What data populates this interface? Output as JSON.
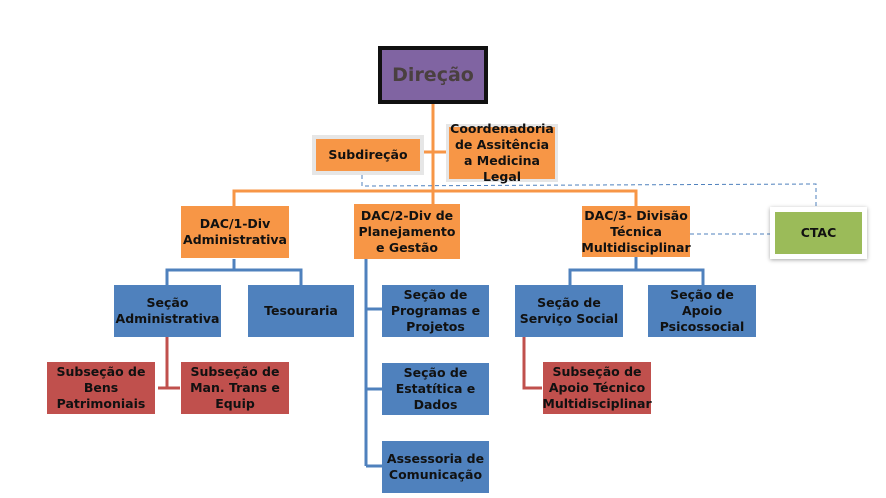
{
  "chart": {
    "title": "",
    "nodes": {
      "direcao": "Direção",
      "subdirecao": "Subdireção",
      "coordenadoria": "Coordenadoria de Assitência a Medicina Legal",
      "dac1": "DAC/1-Div Administrativa",
      "dac2": "DAC/2-Div de Planejamento e Gestão",
      "dac3": "DAC/3- Divisão Técnica Multidisciplinar",
      "ctac": "CTAC",
      "secao_admin": "Seção Administrativa",
      "tesouraria": "Tesouraria",
      "sub_bens": "Subseção de Bens Patrimoniais",
      "sub_man": "Subseção de Man. Trans e Equip",
      "secao_programas": "Seção de Programas e Projetos",
      "secao_estatistica": "Seção de Estatítica e Dados",
      "assessoria": "Assessoria de Comunicação",
      "secao_servico": "Seção de Serviço Social",
      "secao_apoio_psi": "Seção de Apoio Psicossocial",
      "sub_apoio_tec": "Subseção de Apoio Técnico Multidisciplinar"
    },
    "colors": {
      "top": "#8064a2",
      "division": "#f79646",
      "section": "#4f81bd",
      "subsection": "#c0504d",
      "committee": "#9bbb59"
    }
  }
}
